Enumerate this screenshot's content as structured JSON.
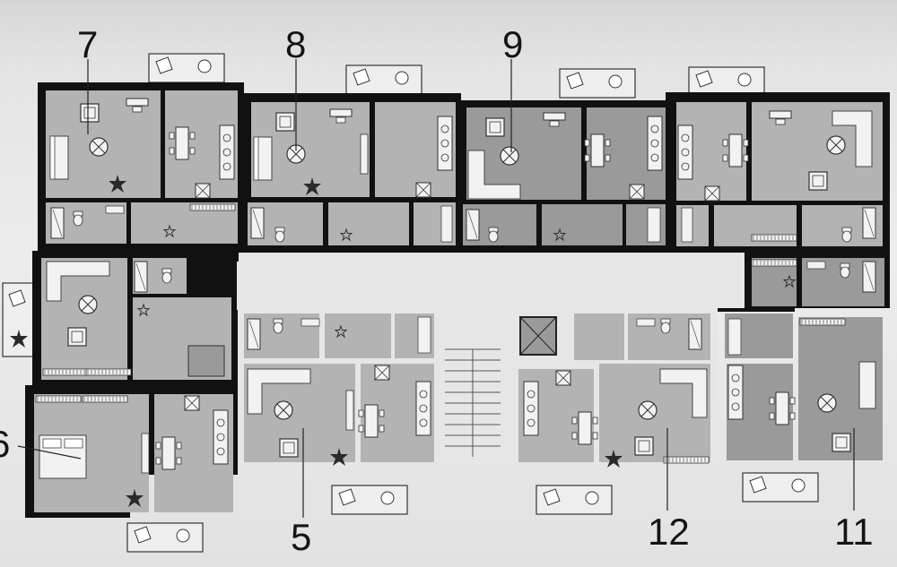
{
  "plan": {
    "apartment_labels": [
      "7",
      "8",
      "9",
      "6",
      "5",
      "12",
      "11"
    ]
  },
  "colors": {
    "wall": "#111111",
    "room_light": "#b3b3b3",
    "room_mid": "#a3a3a3",
    "room_dark": "#8f8f8f",
    "furniture": "#f2f2f2",
    "background": "#e8e8e8"
  }
}
